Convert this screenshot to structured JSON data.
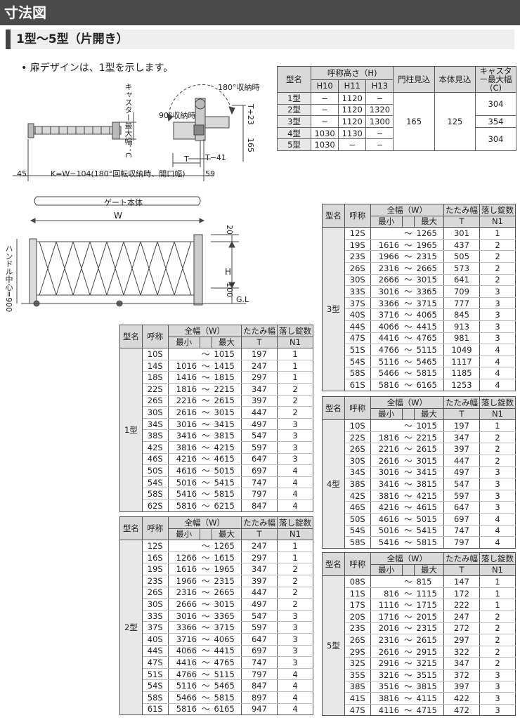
{
  "page": {
    "title": "寸法図",
    "subtitle": "1型～5型（片開き）",
    "note": "• 扉デザインは、1型を示します。"
  },
  "diagram": {
    "top": {
      "label_180": "180°収納時",
      "label_90": "90°収納時",
      "caster_label": "キャスター最大幅：C",
      "t23": "T+23",
      "d165": "165",
      "t": "T",
      "t41": "T−41",
      "d45": "45",
      "kw": "K=W−104(180°回転収納時、開口幅)",
      "d59": "59"
    },
    "front": {
      "gate_body": "ゲート本体",
      "w": "W",
      "d20": "20",
      "h": "H",
      "d100": "100",
      "gl": "G.L",
      "handle": "ハンドル中心=900"
    }
  },
  "spec_table": {
    "headers": {
      "model": "型名",
      "nominal_height": "呼称高さ（H)",
      "h10": "H10",
      "h11": "H11",
      "h13": "H13",
      "post": "門柱見込",
      "body": "本体見込",
      "caster": "キャスター最大幅",
      "caster_c": "(C)"
    },
    "rows": [
      {
        "model": "1型",
        "h10": "−",
        "h11": "1120",
        "h13": "−"
      },
      {
        "model": "2型",
        "h10": "−",
        "h11": "1120",
        "h13": "1320"
      },
      {
        "model": "3型",
        "h10": "−",
        "h11": "1120",
        "h13": "1300"
      },
      {
        "model": "4型",
        "h10": "1030",
        "h11": "1130",
        "h13": "−"
      },
      {
        "model": "5型",
        "h10": "1030",
        "h11": "−",
        "h13": "−"
      }
    ],
    "post_value": "165",
    "body_value": "125",
    "caster_values": [
      "304",
      "354",
      "304"
    ]
  },
  "size_headers": {
    "model": "型名",
    "nominal": "呼称",
    "width": "全幅（W）",
    "min": "最小",
    "max": "最大",
    "fold": "たたみ幅",
    "t": "T",
    "drop": "落し錠数",
    "n1": "N1"
  },
  "tables": {
    "type1": {
      "model": "1型",
      "rows": [
        {
          "code": "10S",
          "min": "",
          "sep": "～",
          "max": "1015",
          "t": "197",
          "n": "1"
        },
        {
          "code": "14S",
          "min": "1016",
          "sep": "～",
          "max": "1415",
          "t": "247",
          "n": "1"
        },
        {
          "code": "18S",
          "min": "1416",
          "sep": "～",
          "max": "1815",
          "t": "297",
          "n": "1"
        },
        {
          "code": "22S",
          "min": "1816",
          "sep": "～",
          "max": "2215",
          "t": "347",
          "n": "2"
        },
        {
          "code": "26S",
          "min": "2216",
          "sep": "～",
          "max": "2615",
          "t": "397",
          "n": "2"
        },
        {
          "code": "30S",
          "min": "2616",
          "sep": "～",
          "max": "3015",
          "t": "447",
          "n": "2"
        },
        {
          "code": "34S",
          "min": "3016",
          "sep": "～",
          "max": "3415",
          "t": "497",
          "n": "3"
        },
        {
          "code": "38S",
          "min": "3416",
          "sep": "～",
          "max": "3815",
          "t": "547",
          "n": "3"
        },
        {
          "code": "42S",
          "min": "3816",
          "sep": "～",
          "max": "4215",
          "t": "597",
          "n": "3"
        },
        {
          "code": "46S",
          "min": "4216",
          "sep": "～",
          "max": "4615",
          "t": "647",
          "n": "3"
        },
        {
          "code": "50S",
          "min": "4616",
          "sep": "～",
          "max": "5015",
          "t": "697",
          "n": "4"
        },
        {
          "code": "54S",
          "min": "5016",
          "sep": "～",
          "max": "5415",
          "t": "747",
          "n": "4"
        },
        {
          "code": "58S",
          "min": "5416",
          "sep": "～",
          "max": "5815",
          "t": "797",
          "n": "4"
        },
        {
          "code": "62S",
          "min": "5816",
          "sep": "～",
          "max": "6215",
          "t": "847",
          "n": "4"
        }
      ]
    },
    "type2": {
      "model": "2型",
      "rows": [
        {
          "code": "12S",
          "min": "",
          "sep": "～",
          "max": "1265",
          "t": "247",
          "n": "1"
        },
        {
          "code": "16S",
          "min": "1266",
          "sep": "～",
          "max": "1615",
          "t": "297",
          "n": "1"
        },
        {
          "code": "19S",
          "min": "1616",
          "sep": "～",
          "max": "1965",
          "t": "347",
          "n": "2"
        },
        {
          "code": "23S",
          "min": "1966",
          "sep": "～",
          "max": "2315",
          "t": "397",
          "n": "2"
        },
        {
          "code": "26S",
          "min": "2316",
          "sep": "～",
          "max": "2665",
          "t": "447",
          "n": "2"
        },
        {
          "code": "30S",
          "min": "2666",
          "sep": "～",
          "max": "3015",
          "t": "497",
          "n": "2"
        },
        {
          "code": "33S",
          "min": "3016",
          "sep": "～",
          "max": "3365",
          "t": "547",
          "n": "3"
        },
        {
          "code": "37S",
          "min": "3366",
          "sep": "～",
          "max": "3715",
          "t": "597",
          "n": "3"
        },
        {
          "code": "40S",
          "min": "3716",
          "sep": "～",
          "max": "4065",
          "t": "647",
          "n": "3"
        },
        {
          "code": "44S",
          "min": "4066",
          "sep": "～",
          "max": "4415",
          "t": "697",
          "n": "3"
        },
        {
          "code": "47S",
          "min": "4416",
          "sep": "～",
          "max": "4765",
          "t": "747",
          "n": "3"
        },
        {
          "code": "51S",
          "min": "4766",
          "sep": "～",
          "max": "5115",
          "t": "797",
          "n": "4"
        },
        {
          "code": "54S",
          "min": "5116",
          "sep": "～",
          "max": "5465",
          "t": "847",
          "n": "4"
        },
        {
          "code": "58S",
          "min": "5466",
          "sep": "～",
          "max": "5815",
          "t": "897",
          "n": "4"
        },
        {
          "code": "61S",
          "min": "5816",
          "sep": "～",
          "max": "6165",
          "t": "947",
          "n": "4"
        }
      ]
    },
    "type3": {
      "model": "3型",
      "rows": [
        {
          "code": "12S",
          "min": "",
          "sep": "～",
          "max": "1265",
          "t": "301",
          "n": "1"
        },
        {
          "code": "19S",
          "min": "1616",
          "sep": "～",
          "max": "1965",
          "t": "437",
          "n": "2"
        },
        {
          "code": "23S",
          "min": "1966",
          "sep": "～",
          "max": "2315",
          "t": "505",
          "n": "2"
        },
        {
          "code": "26S",
          "min": "2316",
          "sep": "～",
          "max": "2665",
          "t": "573",
          "n": "2"
        },
        {
          "code": "30S",
          "min": "2666",
          "sep": "～",
          "max": "3015",
          "t": "641",
          "n": "2"
        },
        {
          "code": "33S",
          "min": "3016",
          "sep": "～",
          "max": "3365",
          "t": "709",
          "n": "3"
        },
        {
          "code": "37S",
          "min": "3366",
          "sep": "～",
          "max": "3715",
          "t": "777",
          "n": "3"
        },
        {
          "code": "40S",
          "min": "3716",
          "sep": "～",
          "max": "4065",
          "t": "845",
          "n": "3"
        },
        {
          "code": "44S",
          "min": "4066",
          "sep": "～",
          "max": "4415",
          "t": "913",
          "n": "3"
        },
        {
          "code": "47S",
          "min": "4416",
          "sep": "～",
          "max": "4765",
          "t": "981",
          "n": "3"
        },
        {
          "code": "51S",
          "min": "4766",
          "sep": "～",
          "max": "5115",
          "t": "1049",
          "n": "4"
        },
        {
          "code": "54S",
          "min": "5116",
          "sep": "～",
          "max": "5465",
          "t": "1117",
          "n": "4"
        },
        {
          "code": "58S",
          "min": "5466",
          "sep": "～",
          "max": "5815",
          "t": "1185",
          "n": "4"
        },
        {
          "code": "61S",
          "min": "5816",
          "sep": "～",
          "max": "6165",
          "t": "1253",
          "n": "4"
        }
      ]
    },
    "type4": {
      "model": "4型",
      "rows": [
        {
          "code": "10S",
          "min": "",
          "sep": "～",
          "max": "1015",
          "t": "197",
          "n": "1"
        },
        {
          "code": "22S",
          "min": "1816",
          "sep": "～",
          "max": "2215",
          "t": "347",
          "n": "2"
        },
        {
          "code": "26S",
          "min": "2216",
          "sep": "～",
          "max": "2615",
          "t": "397",
          "n": "2"
        },
        {
          "code": "30S",
          "min": "2616",
          "sep": "～",
          "max": "3015",
          "t": "447",
          "n": "2"
        },
        {
          "code": "34S",
          "min": "3016",
          "sep": "～",
          "max": "3415",
          "t": "497",
          "n": "3"
        },
        {
          "code": "38S",
          "min": "3416",
          "sep": "～",
          "max": "3815",
          "t": "547",
          "n": "3"
        },
        {
          "code": "42S",
          "min": "3816",
          "sep": "～",
          "max": "4215",
          "t": "597",
          "n": "3"
        },
        {
          "code": "46S",
          "min": "4216",
          "sep": "～",
          "max": "4615",
          "t": "647",
          "n": "3"
        },
        {
          "code": "50S",
          "min": "4616",
          "sep": "～",
          "max": "5015",
          "t": "697",
          "n": "4"
        },
        {
          "code": "54S",
          "min": "5016",
          "sep": "～",
          "max": "5415",
          "t": "747",
          "n": "4"
        },
        {
          "code": "58S",
          "min": "5416",
          "sep": "～",
          "max": "5815",
          "t": "797",
          "n": "4"
        }
      ]
    },
    "type5": {
      "model": "5型",
      "rows": [
        {
          "code": "08S",
          "min": "",
          "sep": "～",
          "max": "815",
          "t": "147",
          "n": "1"
        },
        {
          "code": "11S",
          "min": "816",
          "sep": "～",
          "max": "1115",
          "t": "172",
          "n": "1"
        },
        {
          "code": "17S",
          "min": "1116",
          "sep": "～",
          "max": "1715",
          "t": "222",
          "n": "1"
        },
        {
          "code": "20S",
          "min": "1716",
          "sep": "～",
          "max": "2015",
          "t": "247",
          "n": "2"
        },
        {
          "code": "23S",
          "min": "2016",
          "sep": "～",
          "max": "2315",
          "t": "272",
          "n": "2"
        },
        {
          "code": "26S",
          "min": "2316",
          "sep": "～",
          "max": "2615",
          "t": "297",
          "n": "2"
        },
        {
          "code": "29S",
          "min": "2616",
          "sep": "～",
          "max": "2915",
          "t": "322",
          "n": "2"
        },
        {
          "code": "32S",
          "min": "2916",
          "sep": "～",
          "max": "3215",
          "t": "347",
          "n": "2"
        },
        {
          "code": "35S",
          "min": "3216",
          "sep": "～",
          "max": "3515",
          "t": "372",
          "n": "3"
        },
        {
          "code": "38S",
          "min": "3516",
          "sep": "～",
          "max": "3815",
          "t": "397",
          "n": "3"
        },
        {
          "code": "41S",
          "min": "3816",
          "sep": "～",
          "max": "4115",
          "t": "422",
          "n": "3"
        },
        {
          "code": "47S",
          "min": "4116",
          "sep": "～",
          "max": "4715",
          "t": "472",
          "n": "3"
        }
      ]
    }
  }
}
